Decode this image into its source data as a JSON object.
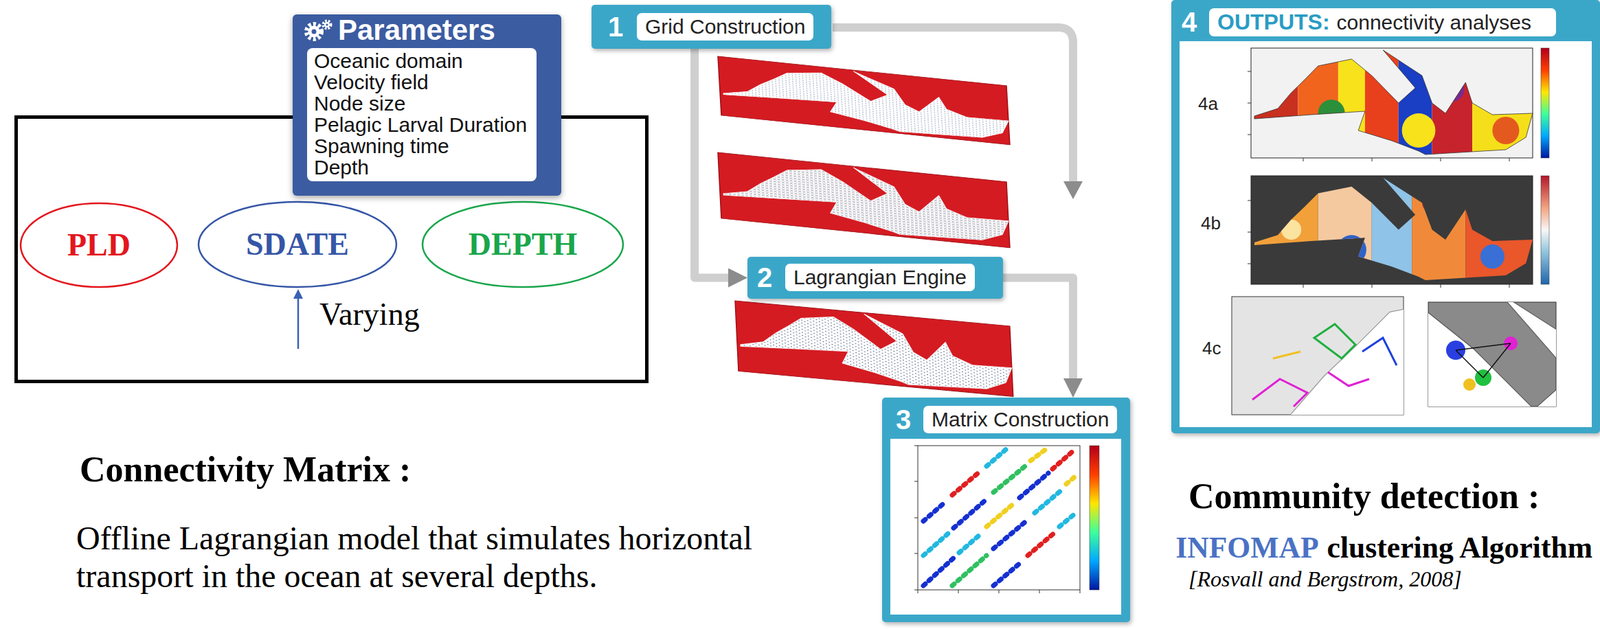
{
  "diagram": {
    "nodes": [
      {
        "text": [
          "Parameters"
        ]
      },
      {
        "text": [
          "Oceanic domain",
          "Velocity field",
          "Node size",
          "Pelagic Larval Duration",
          "Spawning time",
          "Depth"
        ],
        "in": 0
      },
      {
        "text": [
          "Varying"
        ]
      },
      {
        "text": [
          "PLD"
        ],
        "in": 2
      },
      {
        "text": [
          "SDATE"
        ],
        "in": 2
      },
      {
        "text": [
          "DEPTH"
        ],
        "in": 2
      },
      {
        "text": [
          "1",
          "Grid Construction"
        ]
      },
      {
        "text": [
          "2",
          "Lagrangian Engine"
        ]
      },
      {
        "text": [
          "3",
          "Matrix Construction"
        ]
      },
      {
        "text": [
          "4",
          "OUTPUTS:",
          "connectivity analyses"
        ]
      }
    ],
    "edges": [
      {
        "from": 6,
        "to": 7,
        "arrow": "to"
      },
      {
        "from": 7,
        "to": 8,
        "arrow": "to"
      }
    ],
    "labels": [
      "4a",
      "4b",
      "4c",
      "Connectivity Matrix :",
      "Offline Lagrangian model that simulates horizontal transport in the ocean at several depths.",
      "Community detection :",
      "INFOMAP",
      "clustering Algorithm",
      "[Rosvall and Bergstrom, 2008]"
    ]
  }
}
